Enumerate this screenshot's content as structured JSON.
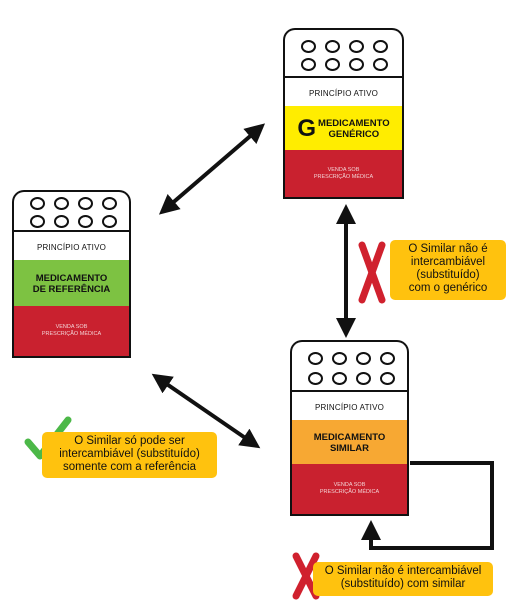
{
  "reference_pack": {
    "active_label": "PRINCÍPIO ATIVO",
    "title_line1": "MEDICAMENTO",
    "title_line2": "DE REFERÊNCIA",
    "sale_line1": "VENDA SOB",
    "sale_line2": "PRESCRIÇÃO MÉDICA",
    "title_color": "#7dc242"
  },
  "generic_pack": {
    "active_label": "PRINCÍPIO ATIVO",
    "g_letter": "G",
    "title_line1": "MEDICAMENTO",
    "title_line2": "GENÉRICO",
    "sale_line1": "VENDA SOB",
    "sale_line2": "PRESCRIÇÃO MÉDICA",
    "title_color": "#ffed00"
  },
  "similar_pack": {
    "active_label": "PRINCÍPIO ATIVO",
    "title_line1": "MEDICAMENTO",
    "title_line2": "SIMILAR",
    "sale_line1": "VENDA SOB",
    "sale_line2": "PRESCRIÇÃO MÉDICA",
    "title_color": "#f7a833"
  },
  "notes": {
    "ref_similar": {
      "line1": "O Similar só pode ser",
      "line2": "intercambiável (substituído)",
      "line3": "somente com a referência"
    },
    "gen_similar": {
      "line1": "O Similar não é",
      "line2": "intercambiável",
      "line3": "(substituído)",
      "line4": "com o genérico"
    },
    "sim_similar": {
      "line1": "O Similar não é intercambiável",
      "line2": "(substituído) com similar"
    }
  },
  "colors": {
    "note_bg": "#ffc20e",
    "cross_red": "#d0212e",
    "check_green": "#4cb848",
    "band_red": "#c9212f"
  }
}
